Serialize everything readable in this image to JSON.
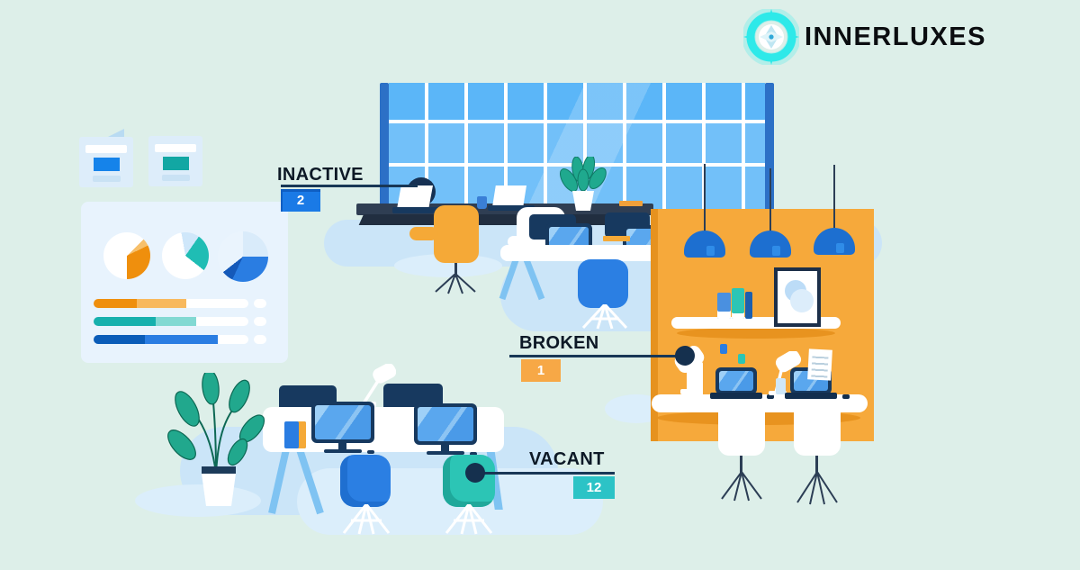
{
  "logo": {
    "text": "INNERLUXES",
    "icon": "compass-target-icon"
  },
  "callouts": {
    "inactive": {
      "label": "INACTIVE",
      "count": "2",
      "badge_color": "#1a7ae6"
    },
    "broken": {
      "label": "BROKEN",
      "count": "1",
      "badge_color": "#f7a846"
    },
    "vacant": {
      "label": "VACANT",
      "count": "12",
      "badge_color": "#2cc3c6"
    }
  },
  "colors": {
    "background": "#ddefe9",
    "window_glass": "#5bb6f8",
    "wall_orange": "#f6a93b",
    "accent_blue": "#2b7fe3",
    "accent_teal": "#2cc5b5",
    "navy": "#17395f",
    "callout_line": "#183756",
    "logo_cyan": "#35ecec"
  }
}
